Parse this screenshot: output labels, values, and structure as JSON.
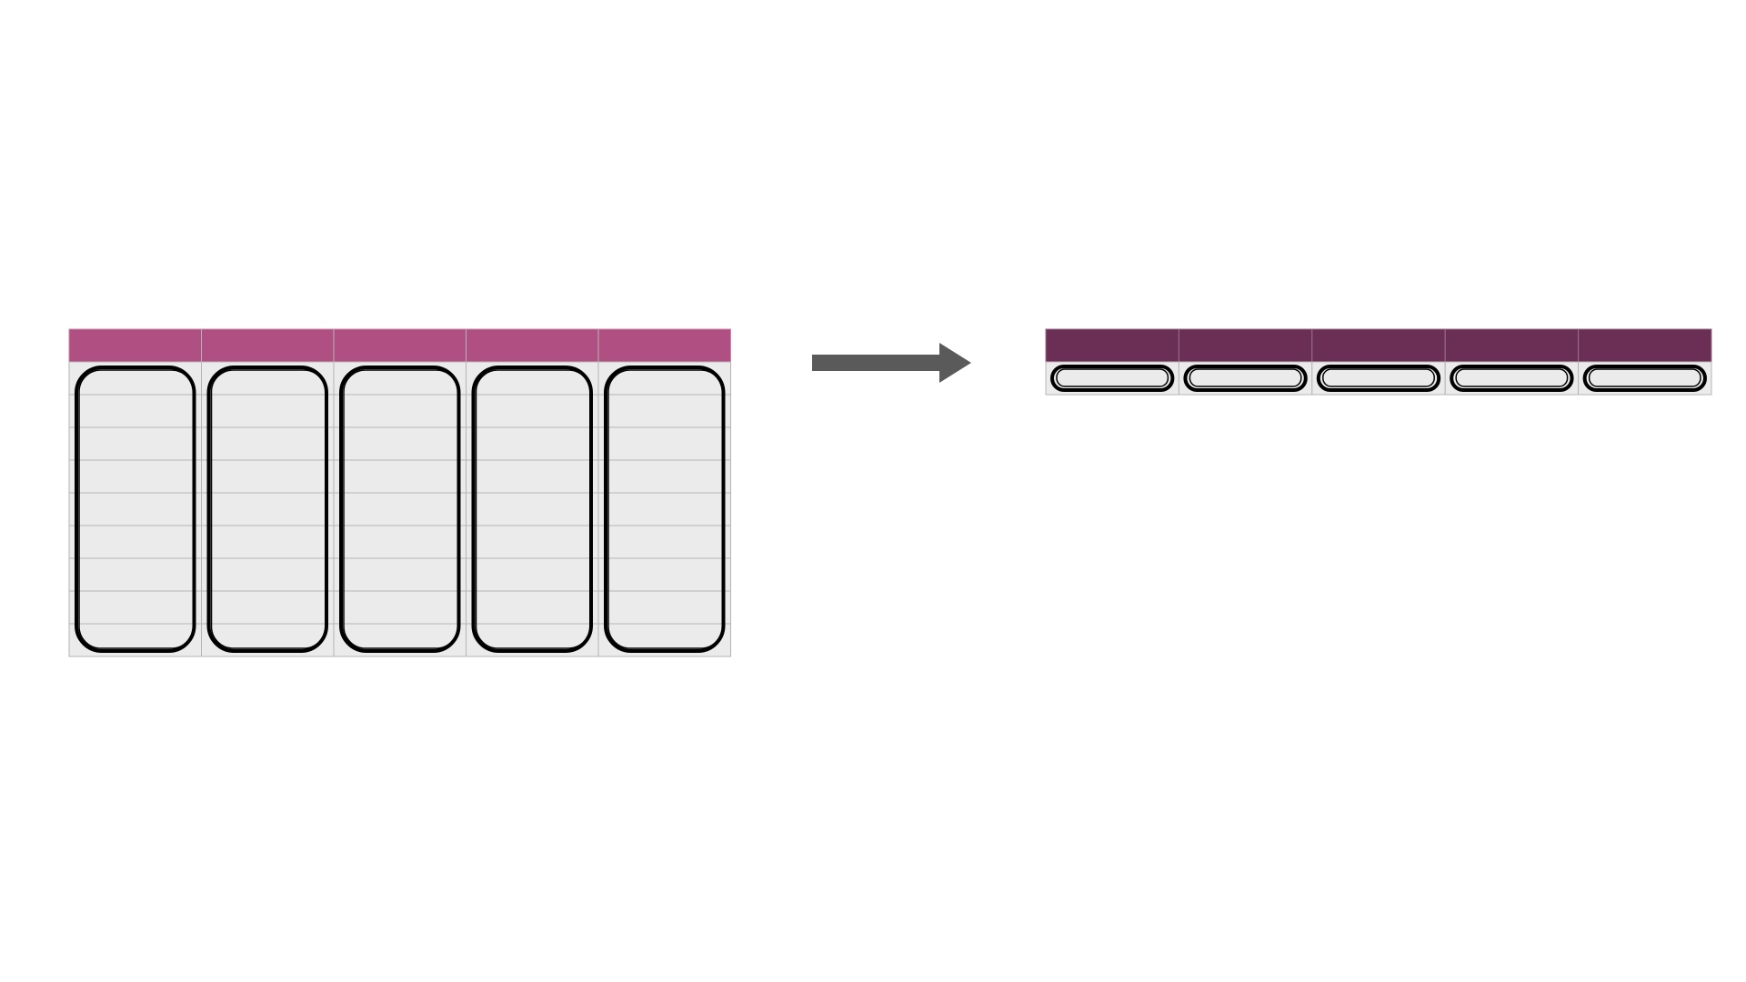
{
  "diagram": {
    "before": {
      "columns": 5,
      "body_rows": 9,
      "header_color": "#b05082",
      "cell_color": "#ebebeb",
      "grid_line_color": "#b4b4b4",
      "outline_color": "#000000",
      "shape": "tall rounded rectangle per column spanning all rows"
    },
    "arrow": {
      "color": "#5a5a5a",
      "direction": "right",
      "icon": "right-arrow-icon"
    },
    "after": {
      "columns": 5,
      "body_rows": 1,
      "header_color": "#6b2f55",
      "cell_color": "#ebebeb",
      "grid_line_color": "#b4b4b4",
      "outline_color": "#000000",
      "shape": "flat rounded pill per column in single row"
    }
  }
}
